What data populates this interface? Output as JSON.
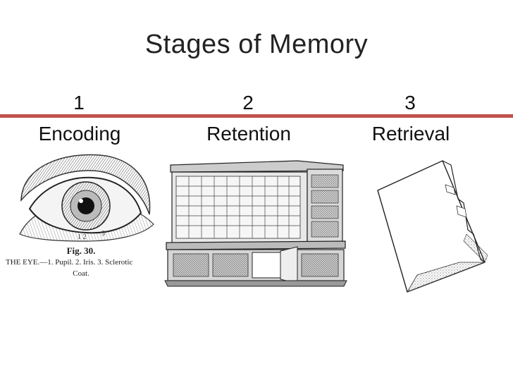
{
  "slide": {
    "title": "Stages of Memory",
    "accent_color": "#c0504d",
    "stages": [
      {
        "number": "1",
        "label": "Encoding",
        "image": "eye-engraving"
      },
      {
        "number": "2",
        "label": "Retention",
        "image": "filing-cabinet-engraving"
      },
      {
        "number": "3",
        "label": "Retrieval",
        "image": "file-folder-drawing"
      }
    ],
    "eye_figure": {
      "digits": "1 2",
      "digit3": "3",
      "fig_label": "Fig. 30.",
      "caption": "THE EYE.—1. Pupil.  2. Iris.  3. Sclerotic",
      "caption_cont": "Coat."
    }
  }
}
